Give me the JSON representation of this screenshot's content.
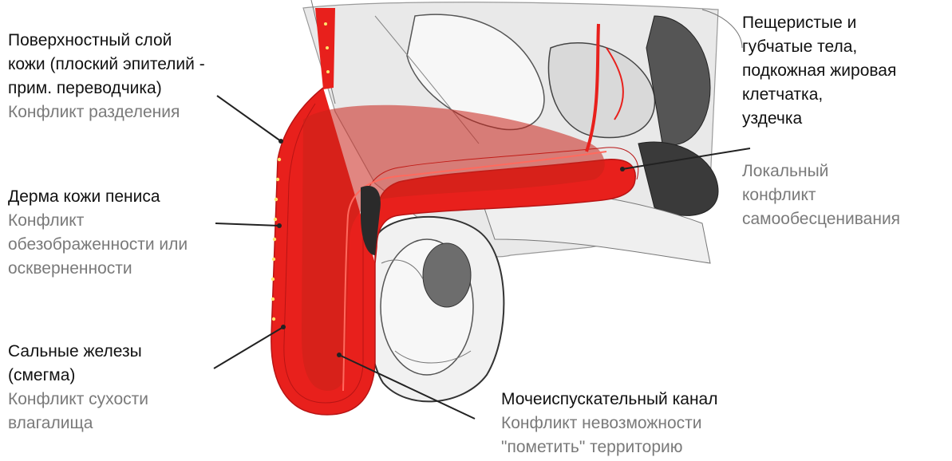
{
  "labels": {
    "skin_surface": {
      "title": [
        "Поверхностный слой",
        "кожи (плоский эпителий -",
        "прим. переводчика)"
      ],
      "conflict": [
        "Конфликт разделения"
      ]
    },
    "dermis": {
      "title": [
        "Дерма кожи пениса"
      ],
      "conflict": [
        "Конфликт",
        "обезображенности или",
        "оскверненности"
      ]
    },
    "sebaceous": {
      "title": [
        "Сальные железы",
        "(смегма)"
      ],
      "conflict": [
        "Конфликт сухости",
        "влагалища"
      ]
    },
    "cavernous": {
      "title": [
        "Пещеристые и",
        "губчатые тела,",
        "подкожная жировая",
        "клетчатка,",
        "уздечка"
      ],
      "conflict": []
    },
    "local": {
      "title": [],
      "conflict": [
        "Локальный",
        "конфликт",
        "самообесценивания"
      ]
    },
    "urethra": {
      "title": [
        "Мочеиспускательный канал"
      ],
      "conflict": [
        "Конфликт невозможности",
        "\"пометить\" территорию"
      ]
    }
  },
  "colors": {
    "title_text": "#111111",
    "conflict_text": "#7a7a7a",
    "organ_red": "#e8201c",
    "organ_inner": "#c8221a",
    "leader": "#222222"
  }
}
